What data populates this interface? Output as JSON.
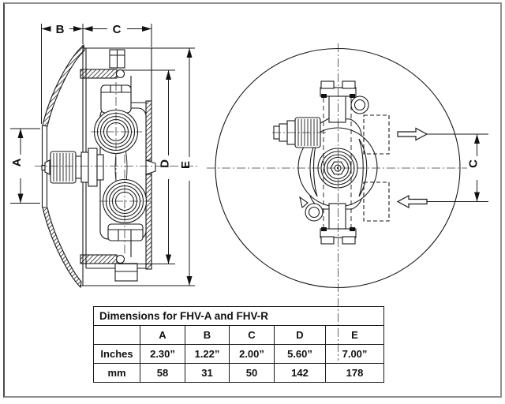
{
  "labels": {
    "a": "A",
    "b": "B",
    "c": "C",
    "d": "D",
    "e": "E"
  },
  "table": {
    "title": "Dimensions for FHV-A and FHV-R",
    "columns": [
      "A",
      "B",
      "C",
      "D",
      "E"
    ],
    "rows": [
      {
        "label": "Inches",
        "values": [
          "2.30”",
          "1.22”",
          "2.00”",
          "5.60”",
          "7.00”"
        ]
      },
      {
        "label": "mm",
        "values": [
          "58",
          "31",
          "50",
          "142",
          "178"
        ]
      }
    ]
  }
}
